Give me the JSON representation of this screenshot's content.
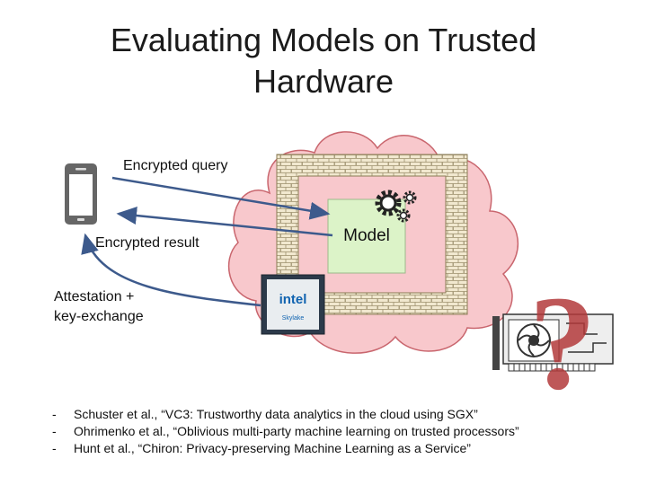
{
  "slide": {
    "title_line1": "Evaluating Models on Trusted",
    "title_line2": "Hardware"
  },
  "diagram": {
    "encrypted_query": "Encrypted query",
    "encrypted_result": "Encrypted result",
    "model": "Model",
    "attestation_line1": "Attestation +",
    "attestation_line2": "key-exchange",
    "chip_brand": "intel",
    "chip_sub": "Skylake",
    "question_mark": "?"
  },
  "references": [
    {
      "dash": "-",
      "text": "Schuster et al., “VC3: Trustworthy data analytics in the cloud using SGX”"
    },
    {
      "dash": "-",
      "text": "Ohrimenko et al., “Oblivious multi-party machine learning on trusted processors”"
    },
    {
      "dash": "-",
      "text": "Hunt et al., “Chiron: Privacy-preserving Machine Learning as a Service”"
    }
  ],
  "colors": {
    "cloud_fill": "#f8c8cc",
    "cloud_stroke": "#c9666e",
    "brick_fill": "#f1e8cf",
    "model_fill": "#dcf3c8",
    "arrow": "#3d5a8c",
    "question": "#b3393b"
  }
}
